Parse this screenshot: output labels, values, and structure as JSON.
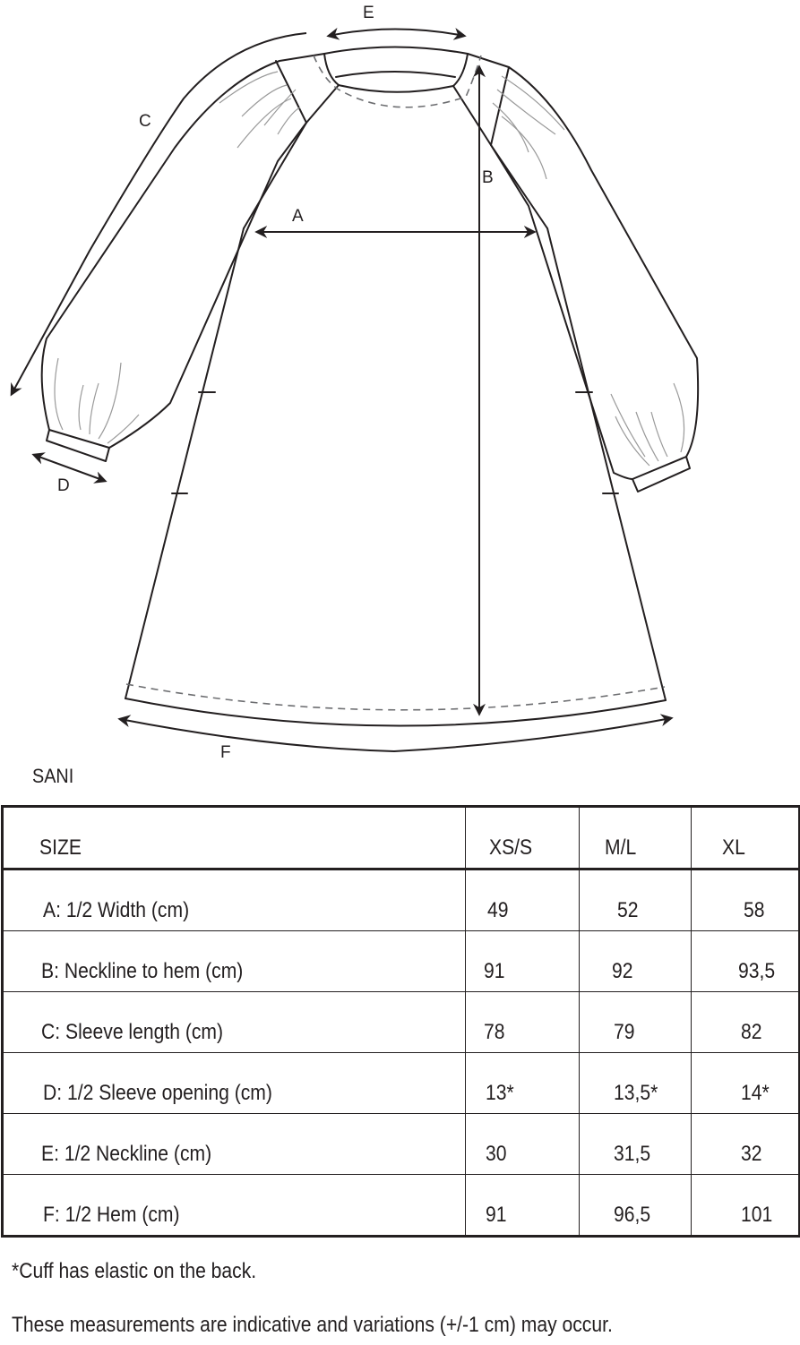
{
  "diagram": {
    "labels": {
      "A": "A",
      "B": "B",
      "C": "C",
      "D": "D",
      "E": "E",
      "F": "F"
    },
    "colors": {
      "stroke": "#231f20",
      "fold": "#9a9a9a",
      "dashed": "#6d6e71"
    }
  },
  "product": {
    "name": "SANI"
  },
  "size_table": {
    "header": {
      "label": "SIZE",
      "sizes": [
        "XS/S",
        "M/L",
        "XL"
      ]
    },
    "rows": [
      {
        "label": "A: 1/2 Width (cm)",
        "values": [
          "49",
          "52",
          "58"
        ]
      },
      {
        "label": "B: Neckline to hem (cm)",
        "values": [
          "91",
          "92",
          "93,5"
        ]
      },
      {
        "label": "C: Sleeve length (cm)",
        "values": [
          "78",
          "79",
          "82"
        ]
      },
      {
        "label": "D: 1/2 Sleeve opening (cm)",
        "values": [
          "13*",
          "13,5*",
          "14*"
        ]
      },
      {
        "label": "E: 1/2 Neckline (cm)",
        "values": [
          "30",
          "31,5",
          "32"
        ]
      },
      {
        "label": "F: 1/2 Hem (cm)",
        "values": [
          "91",
          "96,5",
          "101"
        ]
      }
    ]
  },
  "notes": {
    "cuff": "*Cuff has elastic on the back.",
    "disclaimer": "These measurements are indicative and variations (+/-1 cm) may occur."
  }
}
